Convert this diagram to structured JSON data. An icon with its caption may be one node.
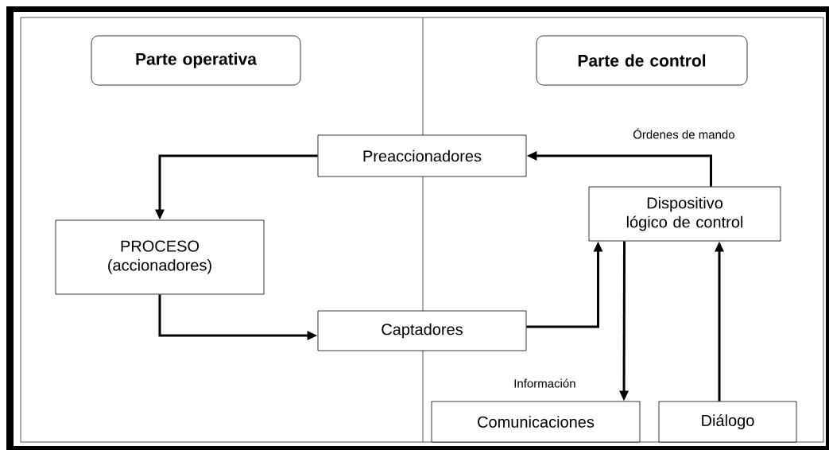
{
  "diagram": {
    "nodes": [
      {
        "text": [
          "Parte operativa"
        ]
      },
      {
        "text": [
          "Parte de control"
        ]
      },
      {
        "text": [
          "Preaccionadores"
        ]
      },
      {
        "text": [
          "PROCESO (accionadores)"
        ]
      },
      {
        "text": [
          "Captadores"
        ]
      },
      {
        "text": [
          "Dispositivo lógico de control"
        ]
      },
      {
        "text": [
          "Comunicaciones"
        ]
      },
      {
        "text": [
          "Diálogo"
        ]
      }
    ],
    "edges": [
      {
        "from": 5,
        "to": 2,
        "arrow": "to",
        "label": "Órdenes de mando"
      },
      {
        "from": 2,
        "to": 3,
        "arrow": "to"
      },
      {
        "from": 3,
        "to": 4,
        "arrow": "to"
      },
      {
        "from": 4,
        "to": 5,
        "arrow": "to"
      },
      {
        "from": 5,
        "to": 6,
        "arrow": "to",
        "label": "Información"
      },
      {
        "from": 7,
        "to": 5,
        "arrow": "to"
      }
    ]
  }
}
